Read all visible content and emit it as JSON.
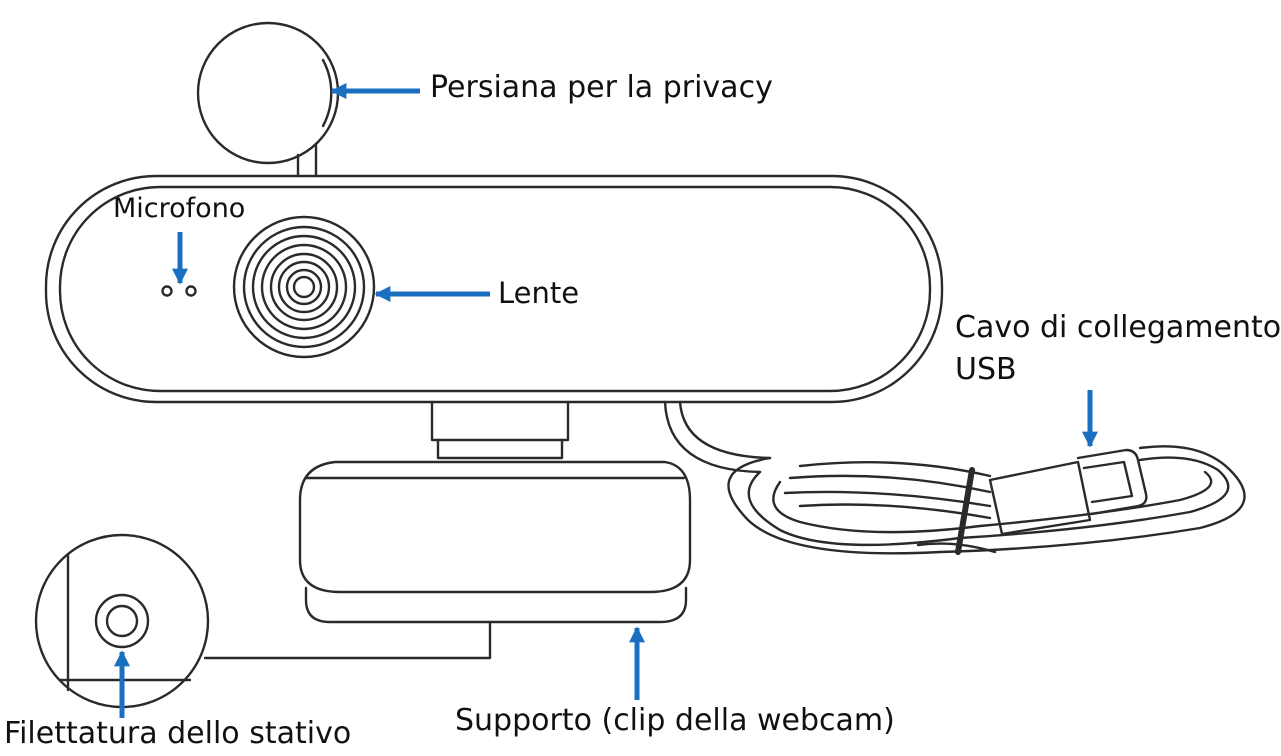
{
  "labels": {
    "privacy_shutter": "Persiana per la privacy",
    "microphone": "Microfono",
    "lens": "Lente",
    "usb_cable_line1": "Cavo di collegamento",
    "usb_cable_line2": "USB",
    "tripod_thread": "Filettatura dello stativo",
    "support_clip": "Supporto (clip della webcam)"
  },
  "colors": {
    "arrow": "#1a6fc0",
    "line": "#2a2a2a",
    "background": "#ffffff"
  }
}
